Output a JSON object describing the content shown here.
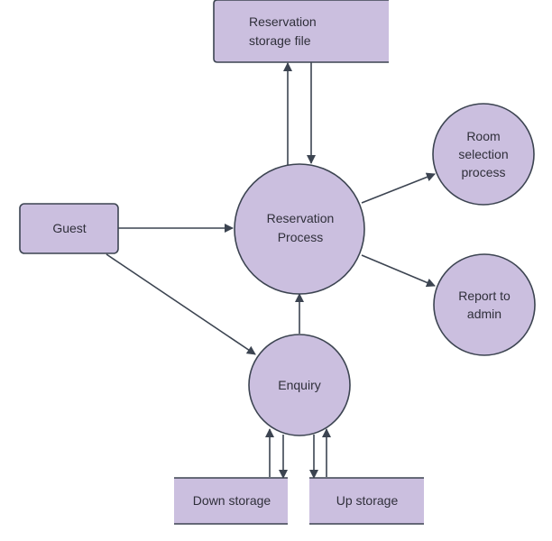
{
  "diagram": {
    "colors": {
      "node_fill": "#cbbfdf",
      "stroke": "#3c4451",
      "text": "#2f2f3a"
    },
    "nodes": {
      "reservation_storage_file": {
        "label": "Reservation storage file",
        "lines": [
          "Reservation",
          "storage file"
        ]
      },
      "guest": {
        "label": "Guest",
        "lines": [
          "Guest"
        ]
      },
      "reservation_process": {
        "label": "Reservation Process",
        "lines": [
          "Reservation",
          "Process"
        ]
      },
      "room_selection_process": {
        "label": "Room selection process",
        "lines": [
          "Room",
          "selection",
          "process"
        ]
      },
      "report_to_admin": {
        "label": "Report to admin",
        "lines": [
          "Report to",
          "admin"
        ]
      },
      "enquiry": {
        "label": "Enquiry",
        "lines": [
          "Enquiry"
        ]
      },
      "down_storage": {
        "label": "Down storage",
        "lines": [
          "Down storage"
        ]
      },
      "up_storage": {
        "label": "Up storage",
        "lines": [
          "Up storage"
        ]
      }
    },
    "edges": [
      {
        "from": "guest",
        "to": "reservation_process"
      },
      {
        "from": "guest",
        "to": "enquiry"
      },
      {
        "from": "reservation_process",
        "to": "reservation_storage_file"
      },
      {
        "from": "reservation_storage_file",
        "to": "reservation_process"
      },
      {
        "from": "reservation_process",
        "to": "room_selection_process"
      },
      {
        "from": "reservation_process",
        "to": "report_to_admin"
      },
      {
        "from": "enquiry",
        "to": "reservation_process"
      },
      {
        "from": "down_storage",
        "to": "enquiry"
      },
      {
        "from": "enquiry",
        "to": "down_storage"
      },
      {
        "from": "enquiry",
        "to": "up_storage"
      },
      {
        "from": "up_storage",
        "to": "enquiry"
      }
    ]
  }
}
